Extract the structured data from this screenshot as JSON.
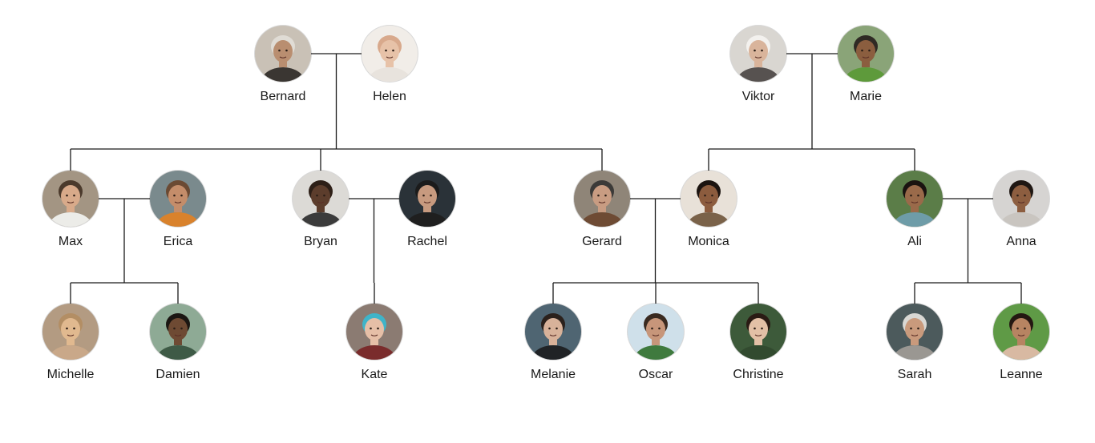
{
  "people": {
    "bernard": {
      "name": "Bernard",
      "bg": "#c9c1b6",
      "skin": "#b98e70",
      "hair": "#e0dcd5",
      "top": "#3a3632"
    },
    "helen": {
      "name": "Helen",
      "bg": "#f1ede8",
      "skin": "#e7c2a8",
      "hair": "#d8a98c",
      "top": "#e8e3dd"
    },
    "viktor": {
      "name": "Viktor",
      "bg": "#d9d6d1",
      "skin": "#d9b49b",
      "hair": "#f3f1ee",
      "top": "#575250"
    },
    "marie": {
      "name": "Marie",
      "bg": "#8aa478",
      "skin": "#8b5e3f",
      "hair": "#2f2a24",
      "top": "#5e9a3b"
    },
    "max": {
      "name": "Max",
      "bg": "#a39583",
      "skin": "#d8aa8a",
      "hair": "#4b3a2c",
      "top": "#ecece8"
    },
    "erica": {
      "name": "Erica",
      "bg": "#7a8a8d",
      "skin": "#c48d6a",
      "hair": "#6b4a33",
      "top": "#d9822c"
    },
    "bryan": {
      "name": "Bryan",
      "bg": "#dcdad6",
      "skin": "#5c3d2c",
      "hair": "#2d1f17",
      "top": "#3b3b3b"
    },
    "rachel": {
      "name": "Rachel",
      "bg": "#2a3238",
      "skin": "#c79a7f",
      "hair": "#1b1b1b",
      "top": "#1f1f1f"
    },
    "gerard": {
      "name": "Gerard",
      "bg": "#8f8578",
      "skin": "#c89c82",
      "hair": "#3b3a38",
      "top": "#6e4b34"
    },
    "monica": {
      "name": "Monica",
      "bg": "#e8e1d8",
      "skin": "#8c5c3e",
      "hair": "#1c1410",
      "top": "#7a6249"
    },
    "ali": {
      "name": "Ali",
      "bg": "#5b7d48",
      "skin": "#9a6a4a",
      "hair": "#1a1310",
      "top": "#6e9ca8"
    },
    "anna": {
      "name": "Anna",
      "bg": "#d6d4d2",
      "skin": "#8d5e40",
      "hair": "#1f1713",
      "top": "#c9c5c0"
    },
    "michelle": {
      "name": "Michelle",
      "bg": "#b39b82",
      "skin": "#e1b98f",
      "hair": "#b38e64",
      "top": "#c9a889"
    },
    "damien": {
      "name": "Damien",
      "bg": "#8eaa95",
      "skin": "#6e4a33",
      "hair": "#1b1612",
      "top": "#3e5a46"
    },
    "kate": {
      "name": "Kate",
      "bg": "#8b7b72",
      "skin": "#e6bfa7",
      "hair": "#3fb4c9",
      "top": "#7a2c2c"
    },
    "melanie": {
      "name": "Melanie",
      "bg": "#4f6572",
      "skin": "#d8b29a",
      "hair": "#2b211c",
      "top": "#202326"
    },
    "oscar": {
      "name": "Oscar",
      "bg": "#cfe0ea",
      "skin": "#c7967a",
      "hair": "#3a2a20",
      "top": "#3f7a3e"
    },
    "christine": {
      "name": "Christine",
      "bg": "#3d5a3a",
      "skin": "#e3c0a6",
      "hair": "#2a1b14",
      "top": "#324a2f"
    },
    "sarah": {
      "name": "Sarah",
      "bg": "#4c5a5c",
      "skin": "#c99a7c",
      "hair": "#d9d8d4",
      "top": "#9a9792"
    },
    "leanne": {
      "name": "Leanne",
      "bg": "#5f9a46",
      "skin": "#b78462",
      "hair": "#241812",
      "top": "#d8b9a2"
    }
  },
  "colors": {
    "line": "#1a1a1a",
    "text": "#1a1a1a"
  }
}
